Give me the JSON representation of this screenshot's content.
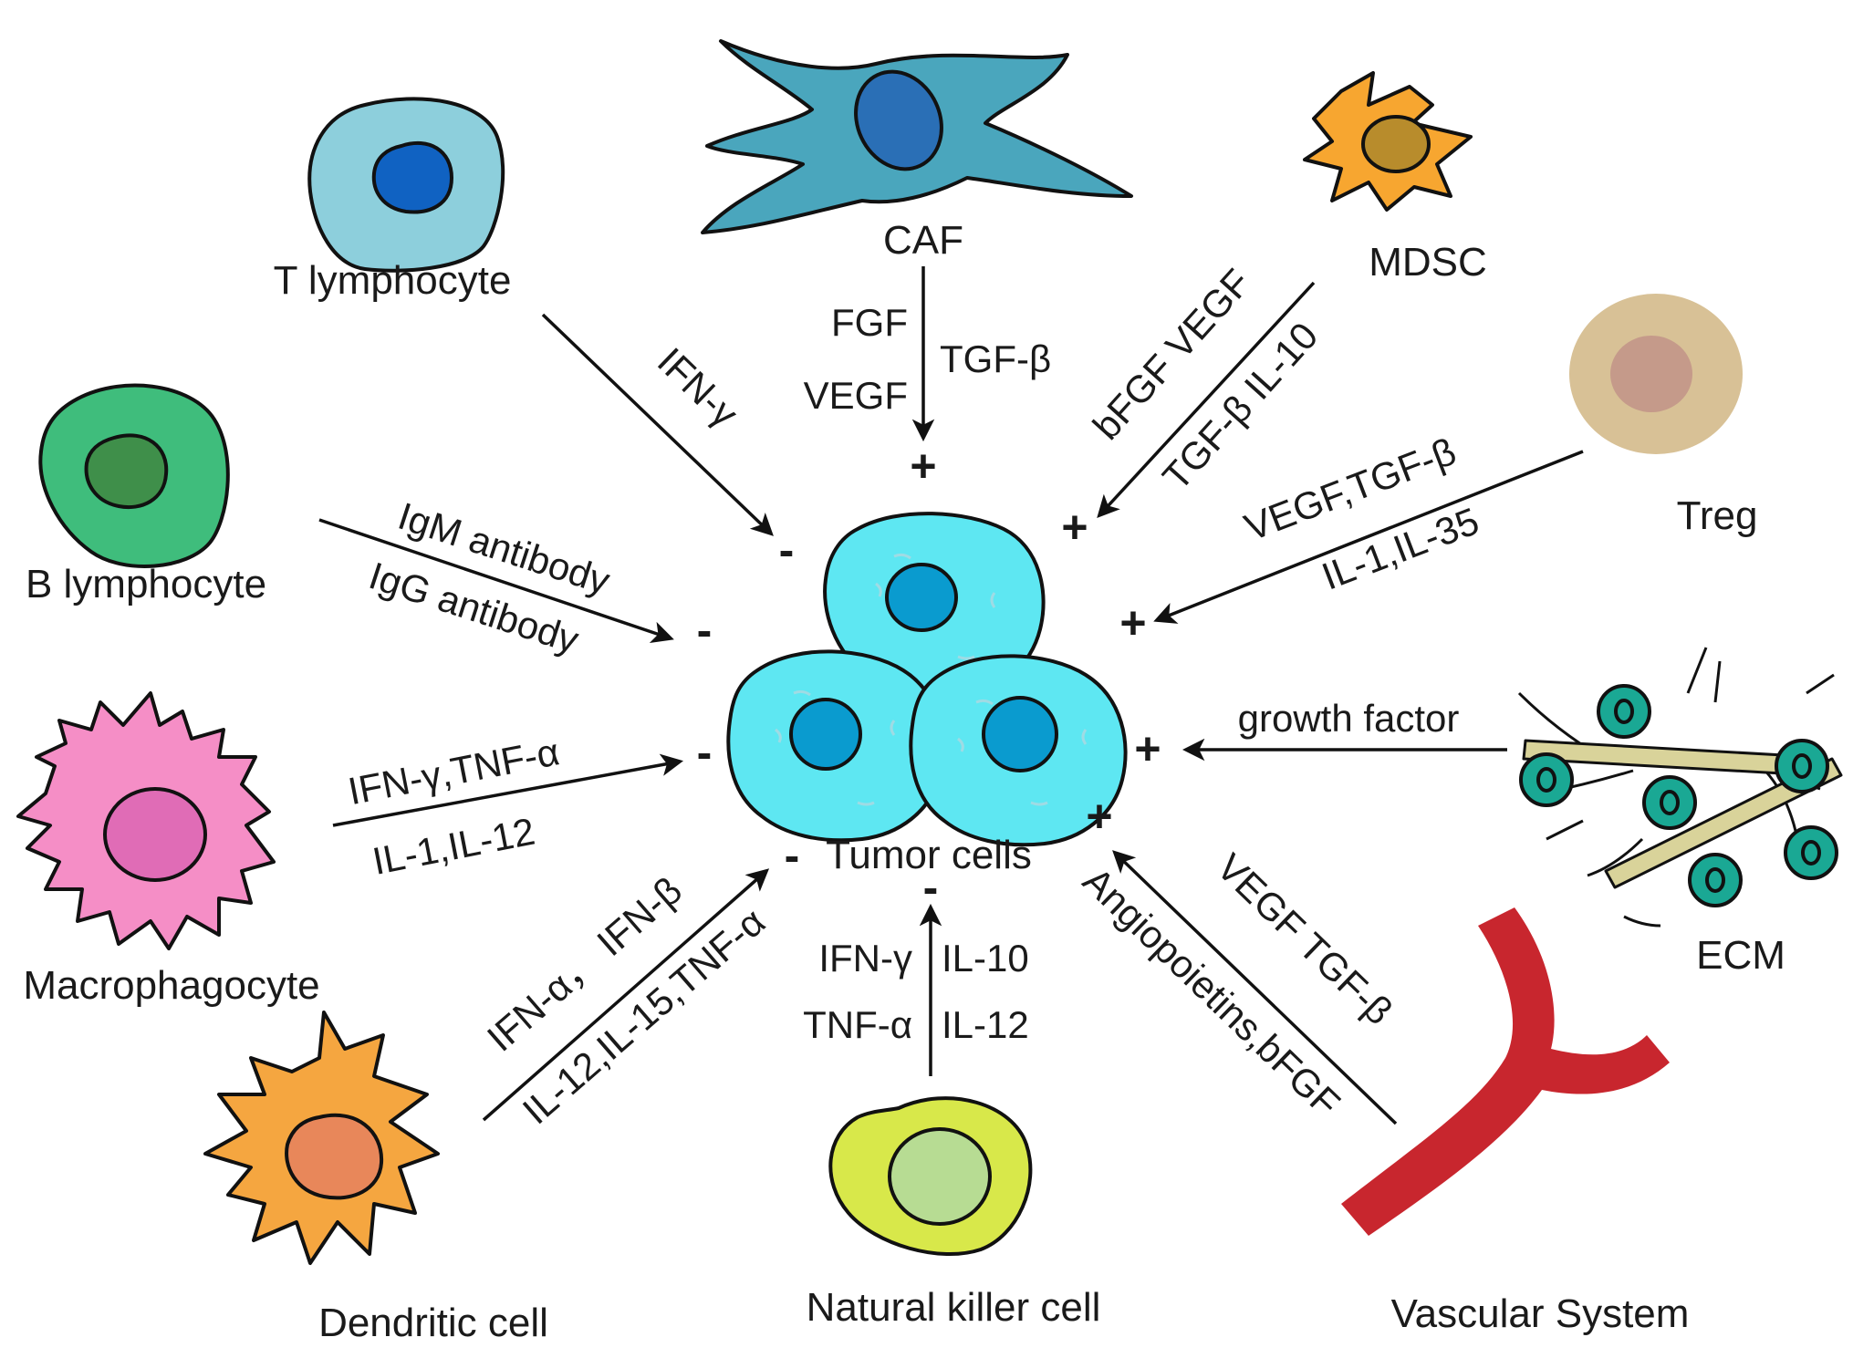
{
  "center": {
    "label": "Tumor cells"
  },
  "cells": {
    "caf": "CAF",
    "t_lymphocyte": "T lymphocyte",
    "mdsc": "MDSC",
    "treg": "Treg",
    "b_lymphocyte": "B lymphocyte",
    "macrophagocyte": "Macrophagocyte",
    "ecm": "ECM",
    "dendritic": "Dendritic cell",
    "nk": "Natural killer cell",
    "vascular": "Vascular System"
  },
  "factors": {
    "caf_left_1": "FGF",
    "caf_left_2": "VEGF",
    "caf_right": "TGF-β",
    "t": "IFN-γ",
    "mdsc_1": "bFGF VEGF",
    "mdsc_2": "TGF-β  IL-10",
    "treg_1": "VEGF,TGF-β",
    "treg_2": "IL-1,IL-35",
    "b_1": "IgM antibody",
    "b_2": "IgG antibody",
    "mac_1": "IFN-γ,TNF-α",
    "mac_2": "IL-1,IL-12",
    "ecm": "growth factor",
    "dc_1": "IFN-α， IFN-β",
    "dc_2": "IL-12,IL-15,TNF-α",
    "nk_left_1": "IFN-γ",
    "nk_left_2": "TNF-α",
    "nk_right_1": "IL-10",
    "nk_right_2": "IL-12",
    "vasc_1": "VEGF   TGF-β",
    "vasc_2": "Angiopoietins,bFGF"
  },
  "signs": {
    "caf": "+",
    "t": "-",
    "mdsc": "+",
    "treg": "+",
    "b": "-",
    "mac": "-",
    "ecm": "+",
    "dc": "-",
    "nk": "-",
    "vasc": "+"
  },
  "colors": {
    "tumor": "#5ee7f2",
    "tumor_nucleus": "#0a9bcf",
    "caf": "#4aa6bd",
    "caf_nucleus": "#2a6fb6",
    "t_cell": "#8dcfdc",
    "t_nucleus": "#1062c2",
    "b_cell": "#3fbd7c",
    "b_nucleus": "#3f8f4a",
    "mdsc": "#f7a630",
    "mdsc_nucleus": "#b88c2c",
    "treg": "#d8c196",
    "treg_nucleus": "#c59a8a",
    "macrophage": "#f58ec6",
    "macrophage_nucleus": "#e06cb6",
    "dendritic": "#f5a640",
    "dendritic_nucleus": "#e8875a",
    "nk": "#d8e84a",
    "nk_nucleus": "#b7dc93",
    "ecm_cell": "#1aa894",
    "ecm_fiber": "#d9d39a",
    "vessel": "#c8262e"
  }
}
